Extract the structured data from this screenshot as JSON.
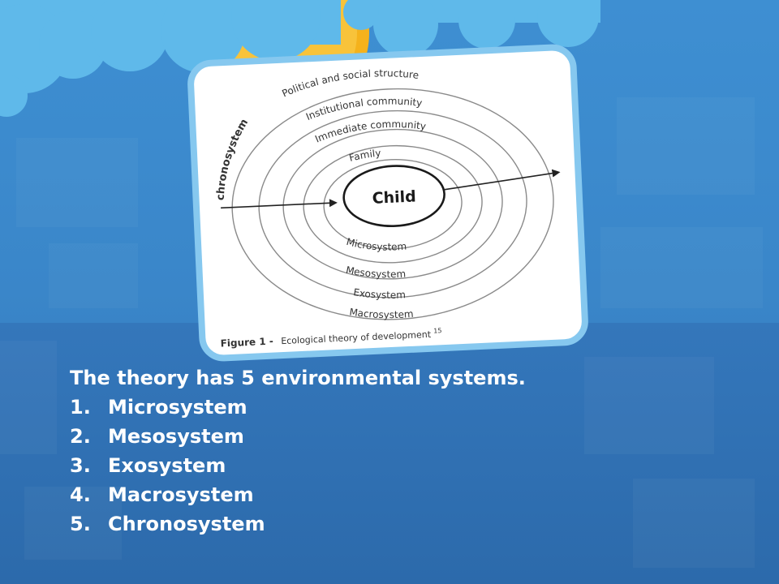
{
  "figure": {
    "center_label": "Child",
    "axis_label": "chronosystem",
    "outer_labels": [
      "Political and social structure",
      "Institutional community",
      "Immediate community",
      "Family"
    ],
    "inner_labels": [
      "Microsystem",
      "Mesosystem",
      "Exosystem",
      "Macrosystem"
    ],
    "caption": {
      "prefix": "Figure 1 -",
      "title": "Ecological theory of development",
      "superscript": "15"
    }
  },
  "body": {
    "intro": "The theory has 5 environmental systems.",
    "systems": [
      {
        "number": "1.",
        "name": "Microsystem"
      },
      {
        "number": "2.",
        "name": "Mesosystem"
      },
      {
        "number": "3.",
        "name": "Exosystem"
      },
      {
        "number": "4.",
        "name": "Macrosystem"
      },
      {
        "number": "5.",
        "name": "Chronosystem"
      }
    ]
  },
  "colors": {
    "background": "#3a86c9",
    "cloud": "#5fb9ea",
    "sun": "#f5b21c",
    "card_border": "#86c8ef",
    "text": "#ffffff"
  }
}
